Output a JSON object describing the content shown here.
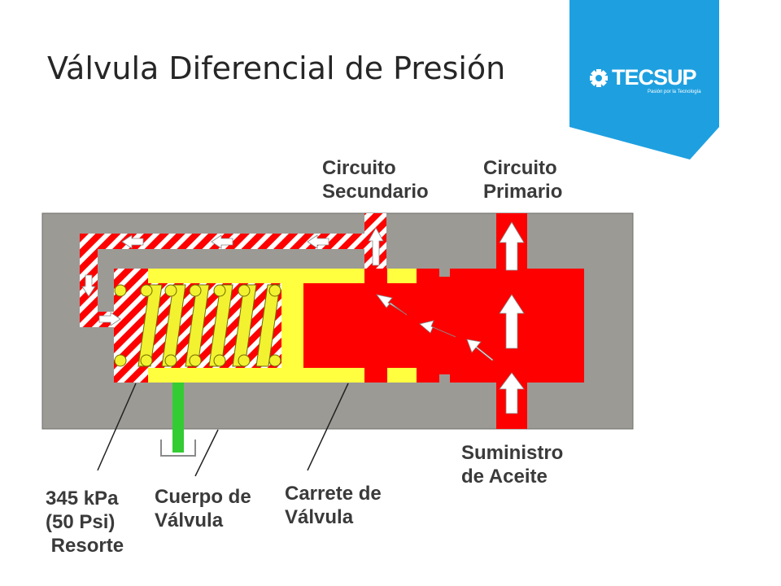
{
  "slide": {
    "title": "Válvula Diferencial de Presión"
  },
  "logo": {
    "name": "TECSUP",
    "tagline": "Pasión por la Tecnología"
  },
  "diagram": {
    "labels": {
      "circuito_secundario": "Circuito\nSecundario",
      "circuito_primario": "Circuito\nPrimario",
      "suministro_aceite": "Suministro\nde Aceite",
      "resorte": "345 kPa\n(50 Psi)\n Resorte",
      "cuerpo_valvula": "Cuerpo de\nVálvula",
      "carrete_valvula": "Carrete de\nVálvula"
    },
    "colors": {
      "body": "#9c9a95",
      "oil_primary": "#ff0000",
      "spool": "#ffff40",
      "stripe": "#ffffff",
      "drain": "#33cc33",
      "spring": "#f2f230",
      "brand": "#1ea0e0"
    }
  }
}
